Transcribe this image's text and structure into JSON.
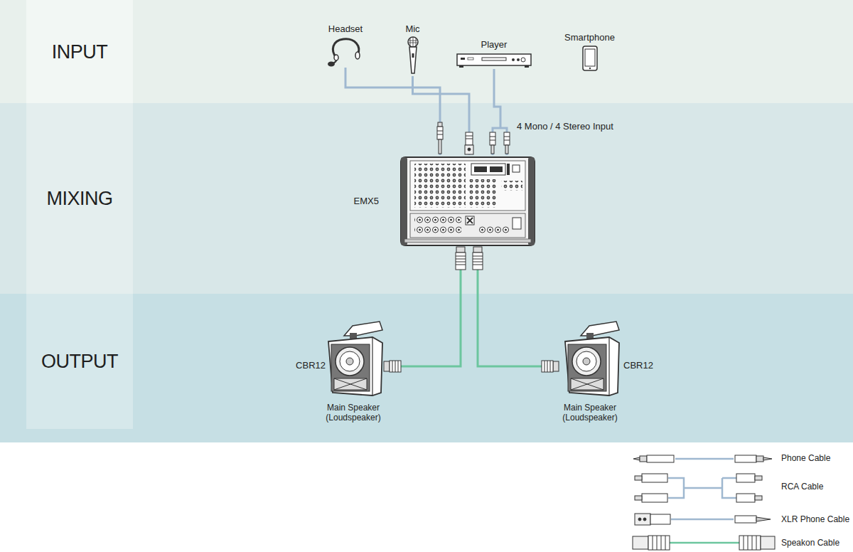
{
  "diagram": {
    "nodes": [
      {
        "text": [
          "INPUT"
        ]
      },
      {
        "text": [
          "Headset"
        ],
        "in": 0
      },
      {
        "text": [
          "Mic"
        ],
        "in": 0
      },
      {
        "text": [
          "Player"
        ],
        "in": 0
      },
      {
        "text": [
          "Smartphone"
        ],
        "in": 0
      },
      {
        "text": [
          "MIXING"
        ]
      },
      {
        "text": [
          "EMX5"
        ],
        "in": 5
      },
      {
        "text": [
          "OUTPUT"
        ]
      },
      {
        "text": [
          "CBR12",
          "Main Speaker (Loudspeaker)"
        ],
        "in": 7
      },
      {
        "text": [
          "CBR12",
          "Main Speaker (Loudspeaker)"
        ],
        "in": 7
      }
    ],
    "edges": [
      {
        "from": 1,
        "to": 6,
        "arrow": "none"
      },
      {
        "from": 2,
        "to": 6,
        "arrow": "none"
      },
      {
        "from": 3,
        "to": 6,
        "label": "4 Mono / 4 Stereo Input",
        "arrow": "none"
      },
      {
        "from": 6,
        "to": 8,
        "arrow": "none"
      },
      {
        "from": 6,
        "to": 9,
        "arrow": "none"
      }
    ],
    "legend": [
      {
        "text": "Phone Cable"
      },
      {
        "text": "RCA Cable"
      },
      {
        "text": "XLR Phone Cable"
      },
      {
        "text": "Speakon Cable"
      }
    ]
  }
}
